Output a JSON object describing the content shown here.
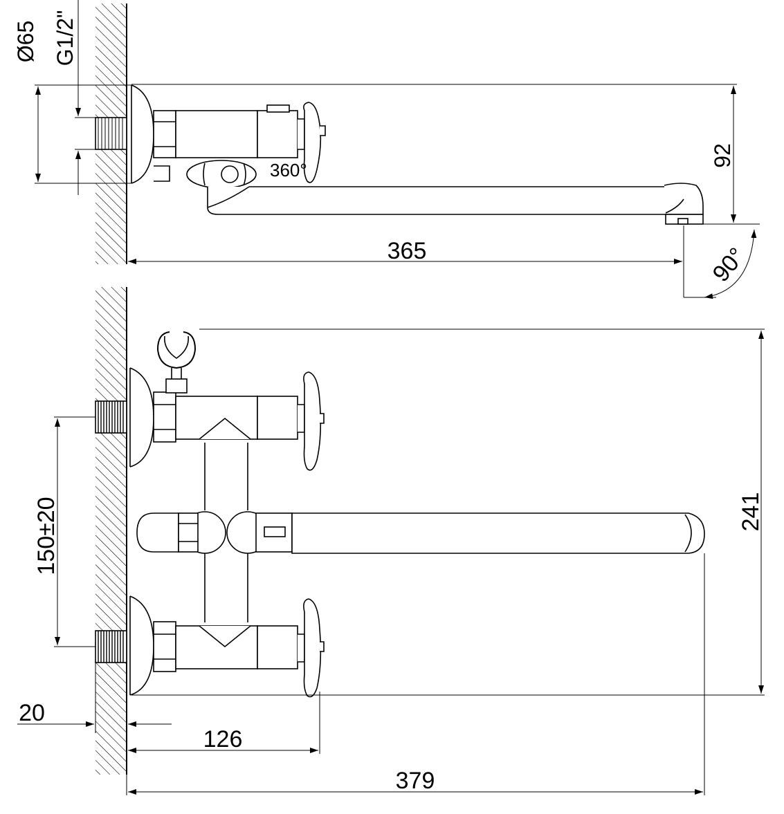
{
  "drawing": {
    "colors": {
      "ink": "#000000",
      "background": "#ffffff"
    },
    "top_view": {
      "flange_diameter": "Ø65",
      "thread": "G1/2\"",
      "rotation": "360°",
      "height": "92",
      "spout_reach": "365",
      "aerator_angle": "90°"
    },
    "front_view": {
      "inlet_spacing": "150±20",
      "total_height": "241",
      "wall_offset": "20",
      "handle_depth": "126",
      "total_depth": "379"
    }
  }
}
